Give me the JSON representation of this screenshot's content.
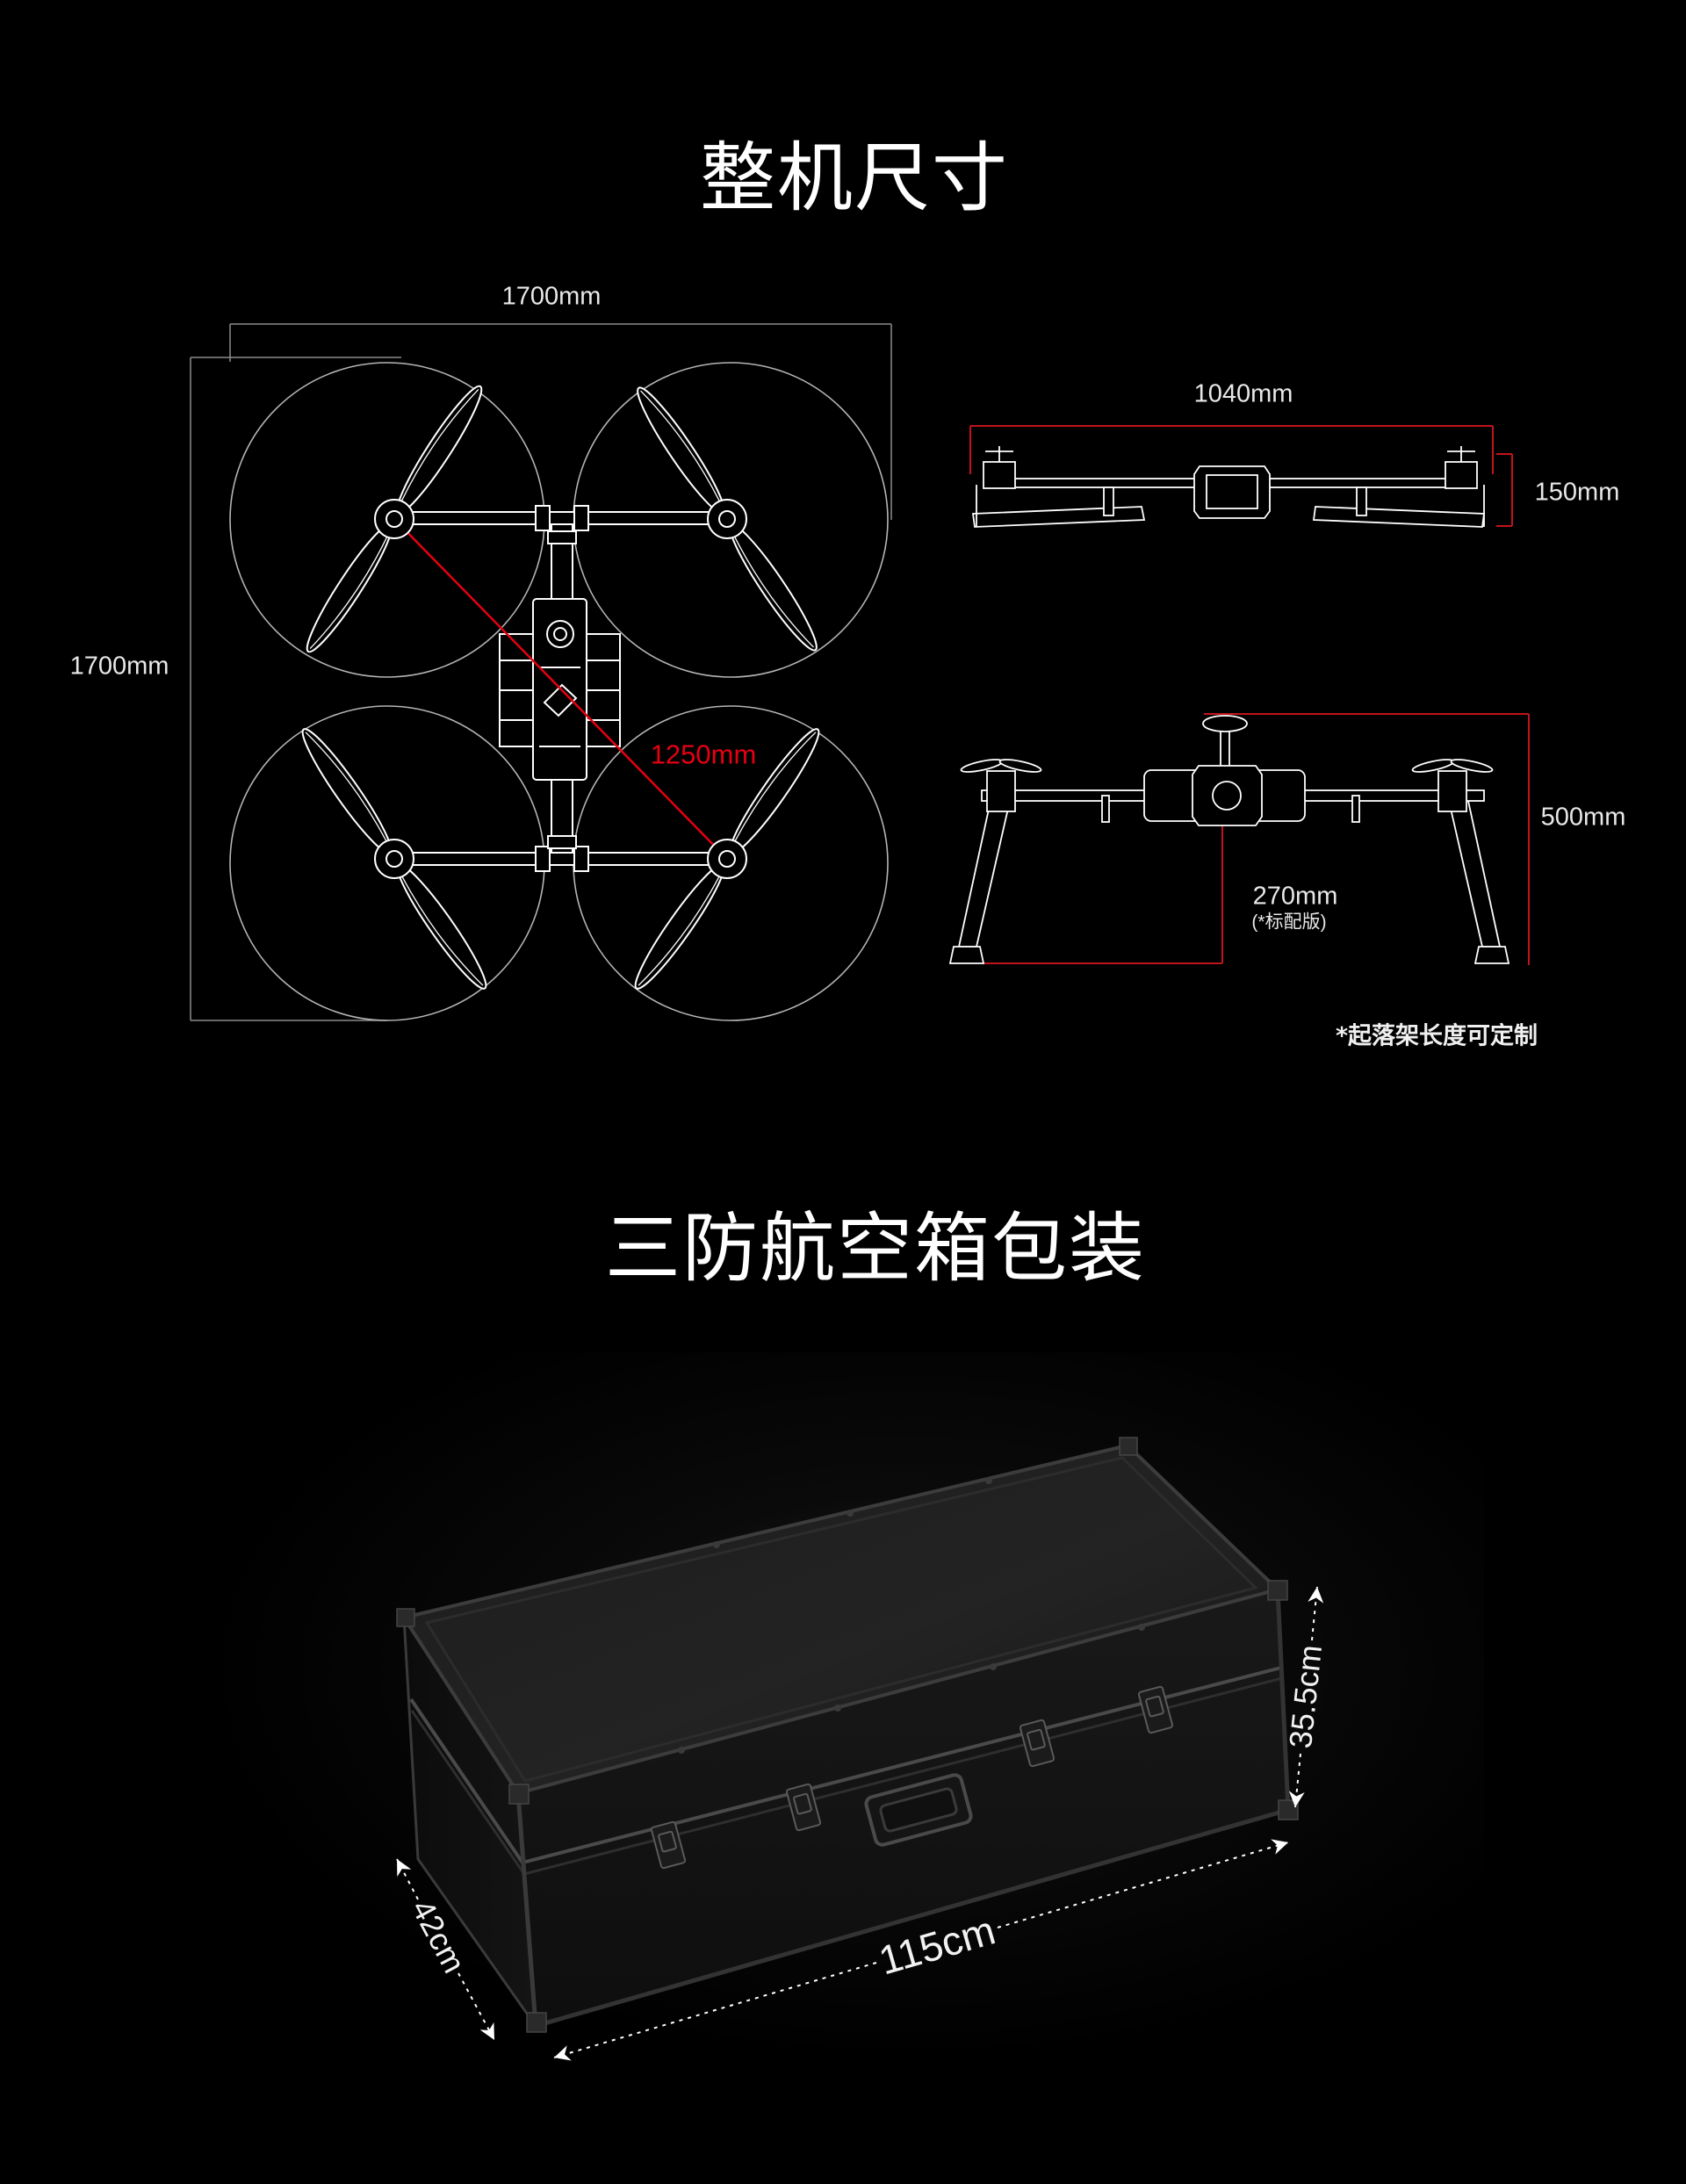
{
  "dimensions_section": {
    "title": "整机尺寸",
    "top_view": {
      "width_label": "1700mm",
      "height_label": "1700mm",
      "diagonal_label": "1250mm"
    },
    "side_view_a": {
      "width_label": "1040mm",
      "height_label": "150mm"
    },
    "side_view_b": {
      "height_label": "500mm",
      "clearance_label": "270mm",
      "clearance_note": "(*标配版)"
    },
    "footnote": "*起落架长度可定制"
  },
  "packaging_section": {
    "title": "三防航空箱包装",
    "height_label": "35.5cm",
    "depth_label": "42cm",
    "length_label": "115cm"
  },
  "colors": {
    "background": "#000000",
    "text": "#ffffff",
    "accent": "#e60012",
    "dimension_line": "#8c8c8c"
  }
}
